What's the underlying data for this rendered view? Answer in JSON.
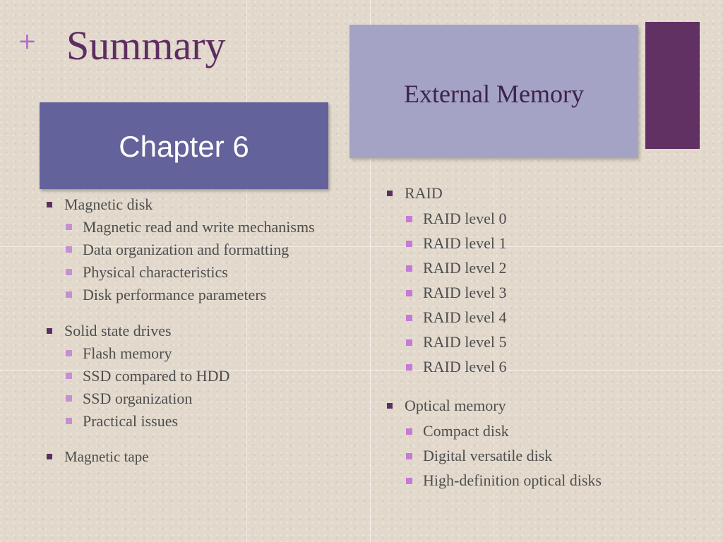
{
  "slide": {
    "plus": "+",
    "title": "Summary",
    "chapter": "Chapter 6",
    "subtitle": "External Memory"
  },
  "left_list": {
    "magnetic_disk": {
      "label": "Magnetic disk",
      "items": [
        "Magnetic read and write mechanisms",
        "Data organization and formatting",
        "Physical characteristics",
        "Disk performance parameters"
      ]
    },
    "ssd": {
      "label": "Solid state drives",
      "items": [
        "Flash  memory",
        "SSD compared to HDD",
        "SSD organization",
        "Practical issues"
      ]
    },
    "tape": {
      "label": "Magnetic tape"
    }
  },
  "right_list": {
    "raid": {
      "label": "RAID",
      "items": [
        "RAID level 0",
        "RAID level 1",
        "RAID level 2",
        "RAID level 3",
        "RAID level 4",
        "RAID level 5",
        "RAID level 6"
      ]
    },
    "optical": {
      "label": "Optical memory",
      "items": [
        "Compact disk",
        "Digital versatile disk",
        "High-definition optical disks"
      ]
    }
  },
  "colors": {
    "title": "#5e2d61",
    "chapter_box": "#64629a",
    "external_box": "#a4a3c6",
    "accent_box": "#613163",
    "background": "#e2d9cc"
  }
}
